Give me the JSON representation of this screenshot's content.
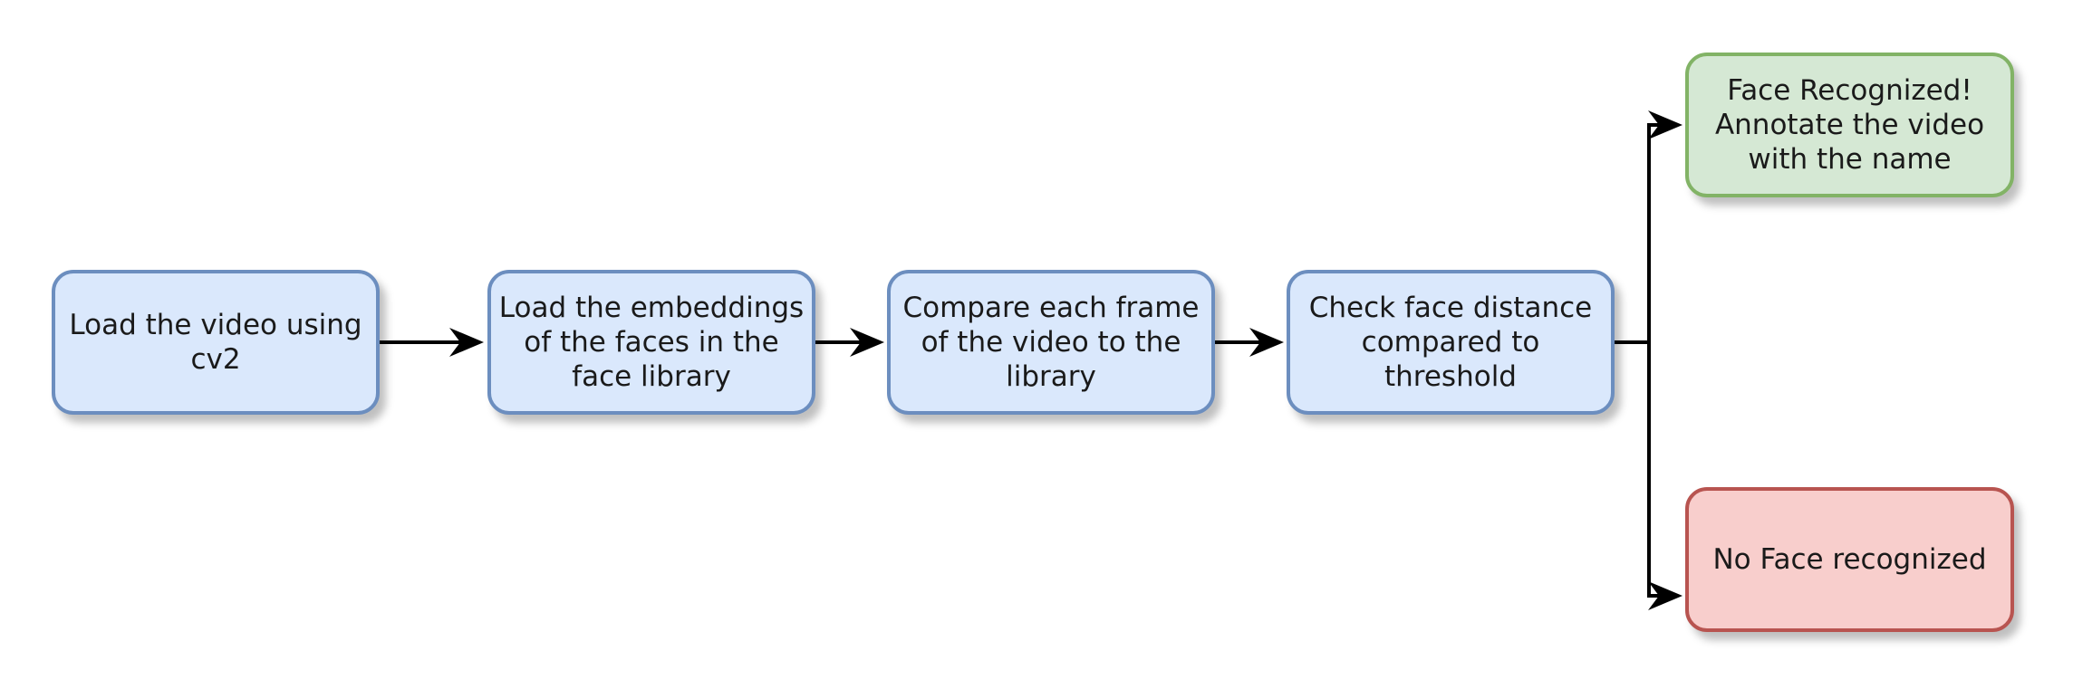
{
  "colors": {
    "process_fill": "#dae8fc",
    "process_stroke": "#6c8ebf",
    "success_fill": "#d5e8d4",
    "success_stroke": "#82b366",
    "failure_fill": "#f8cecc",
    "failure_stroke": "#b85450",
    "connector": "#000000"
  },
  "nodes": [
    {
      "id": "load-video",
      "label": "Load the video using\ncv2"
    },
    {
      "id": "load-embeddings",
      "label": "Load the embeddings\nof the faces in the\nface library"
    },
    {
      "id": "compare-frames",
      "label": "Compare each frame\nof the video to the\nlibrary"
    },
    {
      "id": "check-distance",
      "label": "Check face distance\ncompared to\nthreshold"
    },
    {
      "id": "face-recognized",
      "label": "Face Recognized!\nAnnotate the video\nwith the name"
    },
    {
      "id": "no-face",
      "label": "No Face recognized"
    }
  ],
  "edges": [
    {
      "from": "load-video",
      "to": "load-embeddings"
    },
    {
      "from": "load-embeddings",
      "to": "compare-frames"
    },
    {
      "from": "compare-frames",
      "to": "check-distance"
    },
    {
      "from": "check-distance",
      "to": "face-recognized"
    },
    {
      "from": "check-distance",
      "to": "no-face"
    }
  ]
}
